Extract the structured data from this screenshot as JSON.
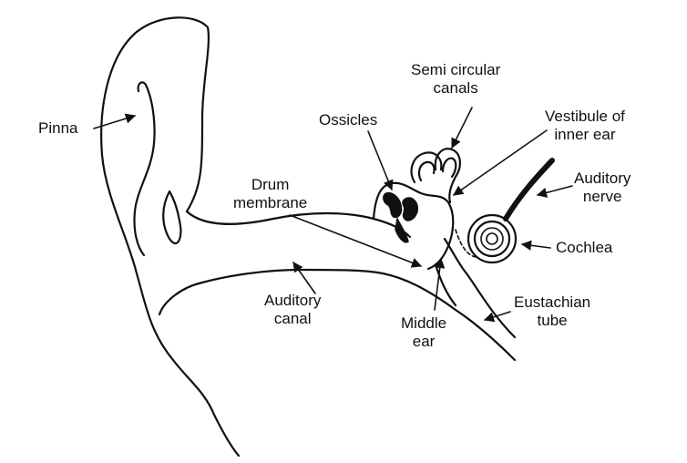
{
  "labels": {
    "pinna": "Pinna",
    "ossicles": "Ossicles",
    "semicircular_1": "Semi circular",
    "semicircular_2": "canals",
    "vestibule_1": "Vestibule of",
    "vestibule_2": "inner ear",
    "auditory_nerve_1": "Auditory",
    "auditory_nerve_2": "nerve",
    "drum_1": "Drum",
    "drum_2": "membrane",
    "cochlea": "Cochlea",
    "auditory_canal_1": "Auditory",
    "auditory_canal_2": "canal",
    "middle_ear_1": "Middle",
    "middle_ear_2": "ear",
    "eustachian_1": "Eustachian",
    "eustachian_2": "tube"
  }
}
